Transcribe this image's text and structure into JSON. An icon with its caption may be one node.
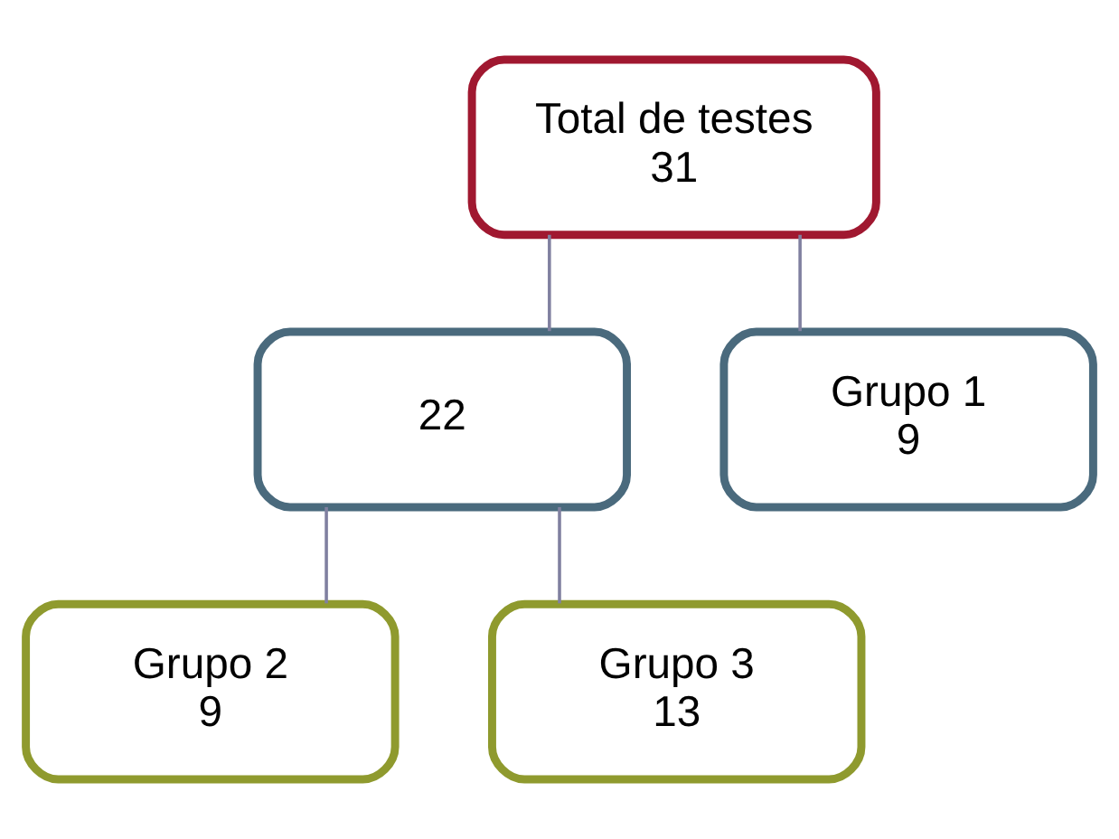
{
  "diagram": {
    "nodes": [
      {
        "text": [
          "Total de testes",
          "31"
        ]
      },
      {
        "text": [
          "22"
        ]
      },
      {
        "text": [
          "Grupo 1",
          "9"
        ]
      },
      {
        "text": [
          "Grupo 2",
          "9"
        ]
      },
      {
        "text": [
          "Grupo 3",
          "13"
        ]
      }
    ],
    "edges": [
      {
        "from": 0,
        "to": 1,
        "arrow": "none"
      },
      {
        "from": 0,
        "to": 2,
        "arrow": "none"
      },
      {
        "from": 1,
        "to": 3,
        "arrow": "none"
      },
      {
        "from": 1,
        "to": 4,
        "arrow": "none"
      }
    ]
  }
}
